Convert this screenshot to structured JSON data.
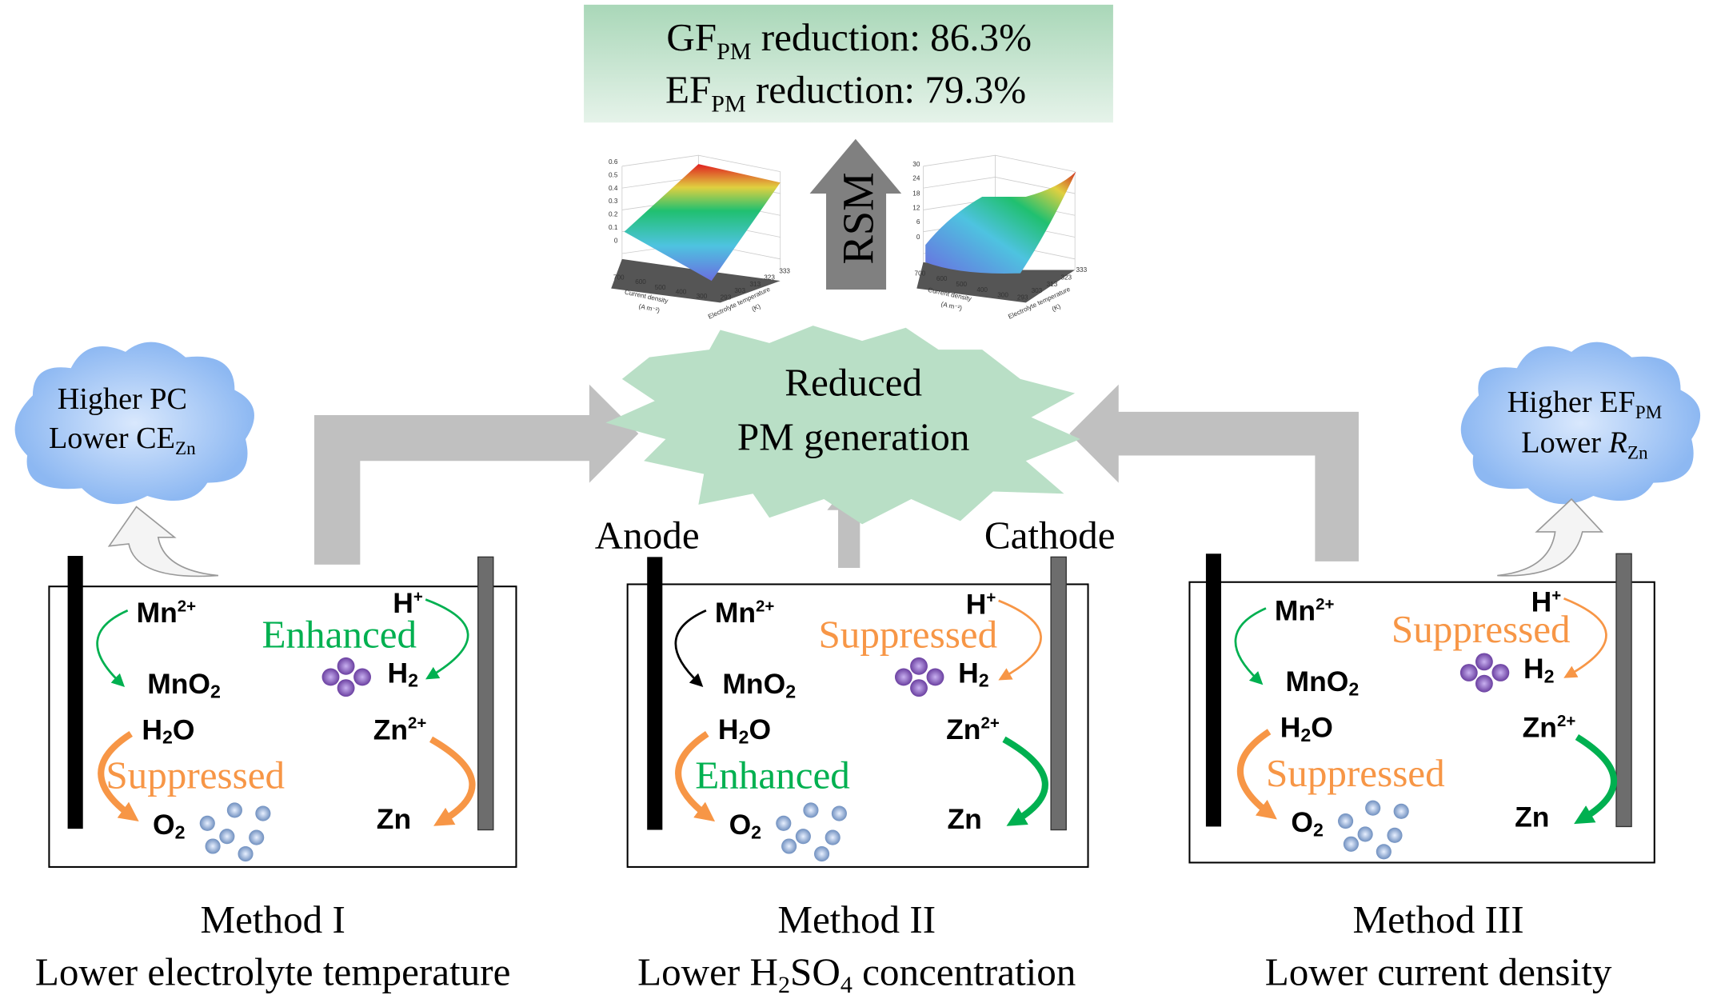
{
  "summary": {
    "line1": {
      "main": "GF",
      "sub": "PM",
      "rest": " reduction: 86.3%"
    },
    "line2": {
      "main": "EF",
      "sub": "PM",
      "rest": " reduction: 79.3%"
    }
  },
  "rsm_label": "RSM",
  "plots": [
    {
      "z_ticks": [
        "0.6",
        "0.5",
        "0.4",
        "0.3",
        "0.2",
        "0.1",
        "0"
      ],
      "x_ticks": [
        "700",
        "600",
        "500",
        "400",
        "300"
      ],
      "y_ticks": [
        "293",
        "303",
        "313",
        "323",
        "333"
      ],
      "x_label_1": "Current density",
      "x_label_2": "(A m⁻²)",
      "y_label_1": "Electrolyte temperature",
      "y_label_2": "(K)"
    },
    {
      "z_ticks": [
        "30",
        "24",
        "18",
        "12",
        "6",
        "0"
      ],
      "x_ticks": [
        "700",
        "600",
        "500",
        "400",
        "300"
      ],
      "y_ticks": [
        "293",
        "303",
        "313",
        "323",
        "333"
      ],
      "x_label_1": "Current density",
      "x_label_2": "(A m⁻²)",
      "y_label_1": "Electrolyte temperature",
      "y_label_2": "(K)"
    }
  ],
  "center": {
    "line1": "Reduced",
    "line2": "PM generation"
  },
  "electrode_labels": {
    "anode": "Anode",
    "cathode": "Cathode"
  },
  "clouds": {
    "left": {
      "line1": "Higher PC",
      "line2_main": "Lower CE",
      "line2_sub": "Zn"
    },
    "right": {
      "line1_main": "Higher EF",
      "line1_sub": "PM",
      "line2_pre": "Lower ",
      "line2_italic": "R",
      "line2_sub": "Zn"
    }
  },
  "species": {
    "mn": "Mn",
    "mn_sup": "2+",
    "mno2": "MnO",
    "two": "2",
    "h": "H",
    "h_sup": "+",
    "h2": "H",
    "h2o_h": "H",
    "h2o_o": "O",
    "o2": "O",
    "zn": "Zn",
    "zn_sup": "2+"
  },
  "methods": [
    {
      "mn_state": "",
      "h_state": "Enhanced",
      "water_state": "Suppressed",
      "title": "Method I",
      "desc": "Lower electrolyte temperature"
    },
    {
      "mn_state": "",
      "h_state": "Suppressed",
      "water_state": "Enhanced",
      "title": "Method II",
      "desc_pre": "Lower H",
      "desc_sub1": "2",
      "desc_mid": "SO",
      "desc_sub2": "4",
      "desc_post": " concentration"
    },
    {
      "mn_state": "",
      "h_state": "Suppressed",
      "water_state": "Suppressed",
      "title": "Method III",
      "desc": "Lower current density"
    }
  ],
  "colors": {
    "enhanced": "#00b050",
    "suppressed": "#f79646",
    "neutral_arrow": "#000000",
    "gray_arrow": "#bfbfbf",
    "cloud": "#9cc2f5",
    "burst": "#b9dfc6",
    "h2_particle": "#7f5fb0",
    "o2_bubble": "#8ea9d0"
  }
}
